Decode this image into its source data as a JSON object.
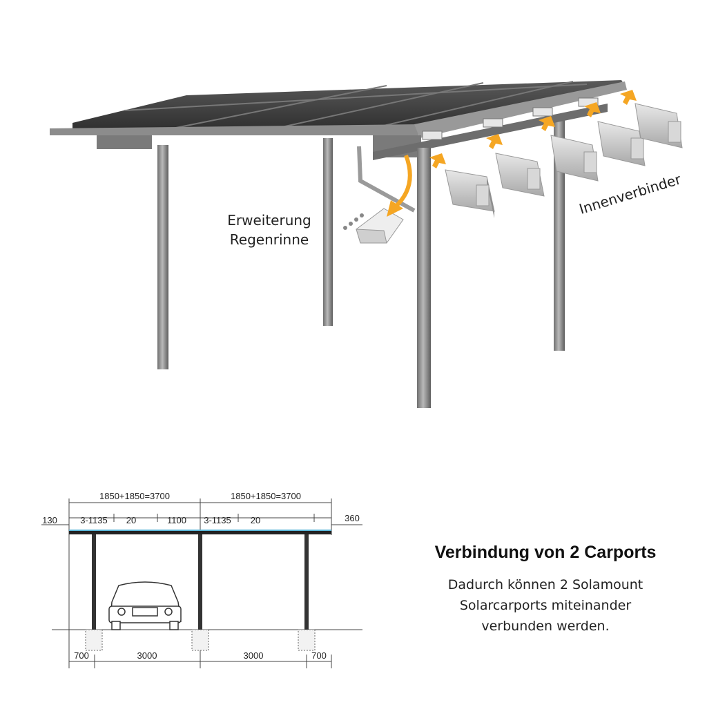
{
  "labels": {
    "extension_line1": "Erweiterung",
    "extension_line2": "Regenrinne",
    "inner_connector": "Innenverbinder"
  },
  "drawing": {
    "dims_top": [
      "1850+1850=3700",
      "1850+1850=3700"
    ],
    "dims_second": [
      "130",
      "3-1135",
      "20",
      "1100",
      "3-1135",
      "20",
      "360"
    ],
    "dims_bottom": [
      "700",
      "3000",
      "3000",
      "700"
    ]
  },
  "info": {
    "heading": "Verbindung von 2 Carports",
    "desc_line1": "Dadurch können 2 Solamount",
    "desc_line2": "Solarcarports miteinander",
    "desc_line3": "verbunden werden."
  },
  "colors": {
    "arrow": "#f5a623",
    "frame": "#8a8a8a",
    "panel": "#3c3c3c",
    "connector": "#cfcfcf"
  }
}
